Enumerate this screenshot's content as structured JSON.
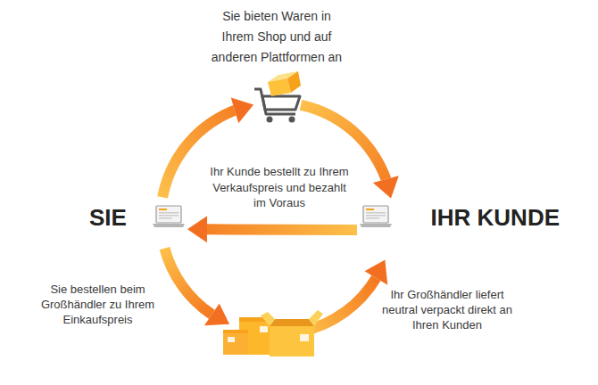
{
  "diagram": {
    "nodes": [
      {
        "text": [
          "SIE"
        ]
      },
      {
        "text": [
          "Sie bieten Waren in Ihrem Shop und auf anderen Plattformen an"
        ]
      },
      {
        "text": [
          "IHR KUNDE"
        ]
      }
    ],
    "edges": [
      {
        "from": 0,
        "to": 1,
        "arrow": "to"
      },
      {
        "from": 1,
        "to": 2,
        "arrow": "to"
      },
      {
        "from": 2,
        "to": 0,
        "label": "Ihr Kunde bestellt zu Ihrem Verkaufspreis und bezahlt im Voraus",
        "arrow": "to"
      }
    ],
    "labels": [
      "Sie bestellen beim Großhändler zu Ihrem Einkaufspreis",
      "Ihr Großhändler liefert neutral verpackt direkt an Ihren Kunden"
    ]
  }
}
